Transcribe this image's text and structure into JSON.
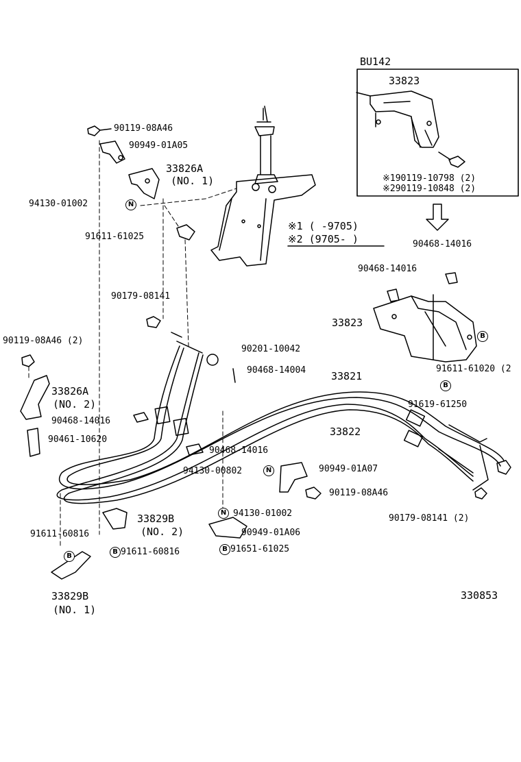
{
  "inset": {
    "title": "BU142",
    "part": "33823",
    "note1": "※190119-10798 (2)",
    "note2": "※290119-10848 (2)"
  },
  "legend": {
    "v1": "※1 (       -9705)",
    "v2": "※2 (9705-        )"
  },
  "badges": {
    "n": "N",
    "b": "B"
  },
  "labels": {
    "p1": "90119-08A46",
    "p2": "90949-01A05",
    "p3": "33826A",
    "p3b": "(NO. 1)",
    "p4": "94130-01002",
    "p5": "91611-61025",
    "p6": "90179-08141",
    "p7": "90119-08A46 (2)",
    "p8": "33826A",
    "p8b": "(NO. 2)",
    "p9": "90468-14016",
    "p10": "90461-10620",
    "p11": "90201-10042",
    "p12": "90468-14004",
    "p13": "33821",
    "p14": "33822",
    "p15": "90468-14016",
    "p16": "94130-00802",
    "p17": "90949-01A07",
    "p18": "90119-08A46",
    "p19": "94130-01002",
    "p20": "90949-01A06",
    "p21": "91651-61025",
    "p22": "33829B",
    "p22b": "(NO. 2)",
    "p23": "91611-60816",
    "p24": "91611-60816",
    "p25": "33829B",
    "p25b": "(NO. 1)",
    "p26": "90179-08141 (2)",
    "p27": "90468-14016",
    "p28": "90468-14016",
    "p29": "33823",
    "p30": "91611-61020 (2",
    "p31": "91619-61250",
    "p32": "330853"
  }
}
